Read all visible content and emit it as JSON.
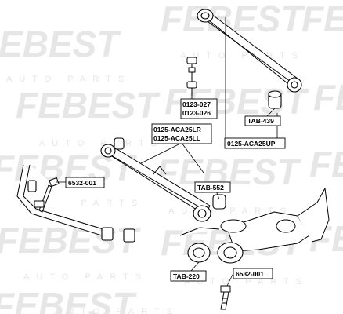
{
  "watermark": {
    "brand": "FEBEST",
    "tagline": "AUTO PARTS"
  },
  "labels": [
    {
      "id": "lbl-0123-027",
      "text": "0123-027"
    },
    {
      "id": "lbl-0123-026",
      "text": "0123-026"
    },
    {
      "id": "lbl-tab-439",
      "text": "TAB-439"
    },
    {
      "id": "lbl-0125-aca25lr",
      "text": "0125-ACA25LR"
    },
    {
      "id": "lbl-0125-aca25ll",
      "text": "0125-ACA25LL"
    },
    {
      "id": "lbl-0125-aca25up",
      "text": "0125-ACA25UP"
    },
    {
      "id": "lbl-6532-001-left",
      "text": "6532-001"
    },
    {
      "id": "lbl-tab-552",
      "text": "TAB-552"
    },
    {
      "id": "lbl-tab-220",
      "text": "TAB-220"
    },
    {
      "id": "lbl-6532-001-right",
      "text": "6532-001"
    }
  ],
  "colors": {
    "watermark": "#e6e6e6",
    "line": "#000000",
    "background": "#ffffff"
  }
}
